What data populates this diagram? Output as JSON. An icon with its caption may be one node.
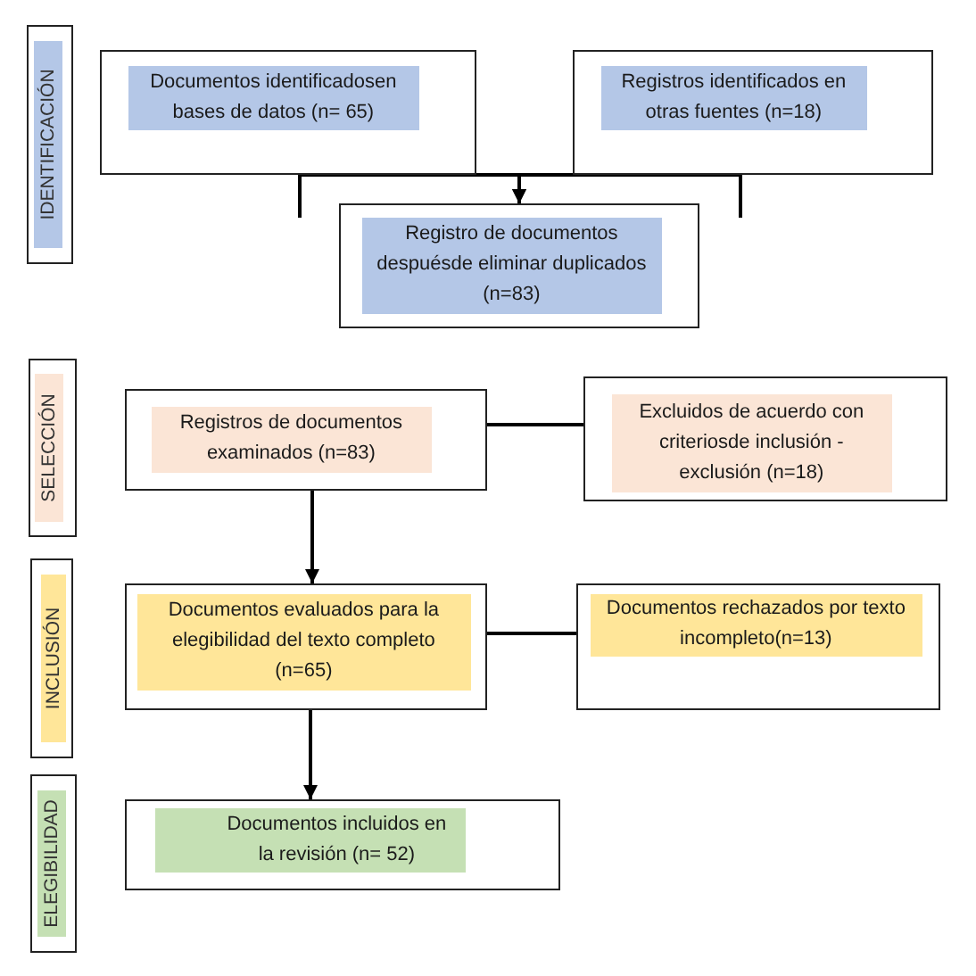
{
  "diagram": {
    "nodes": [
      {
        "text": [
          "IDENTIFICACIÓN"
        ]
      },
      {
        "text": [
          "Documentos identificadosen bases de datos (n= 65)"
        ]
      },
      {
        "text": [
          "Registros identificados en otras fuentes (n=18)"
        ]
      },
      {
        "text": [
          "Registro de documentos despuésde eliminar duplicados (n=83)"
        ]
      },
      {
        "text": [
          "SELECCIÓN"
        ]
      },
      {
        "text": [
          "Registros de documentos examinados (n=83)"
        ]
      },
      {
        "text": [
          "Excluidos de acuerdo con criteriosde inclusión - exclusión (n=18)"
        ]
      },
      {
        "text": [
          "INCLUSIÓN"
        ]
      },
      {
        "text": [
          "Documentos evaluados para la elegibilidad del texto completo (n=65)"
        ]
      },
      {
        "text": [
          "Documentos rechazados por texto incompleto(n=13)"
        ]
      },
      {
        "text": [
          "ELEGIBILIDAD"
        ]
      },
      {
        "text": [
          "Documentos incluidos en la revisión (n= 52)"
        ]
      }
    ],
    "edges": [
      {
        "from": 1,
        "to": 3,
        "arrow": "to"
      },
      {
        "from": 2,
        "to": 3,
        "arrow": "to"
      },
      {
        "from": 5,
        "to": 6,
        "arrow": "none"
      },
      {
        "from": 5,
        "to": 8,
        "arrow": "to"
      },
      {
        "from": 8,
        "to": 9,
        "arrow": "none"
      },
      {
        "from": 8,
        "to": 11,
        "arrow": "to"
      }
    ]
  }
}
